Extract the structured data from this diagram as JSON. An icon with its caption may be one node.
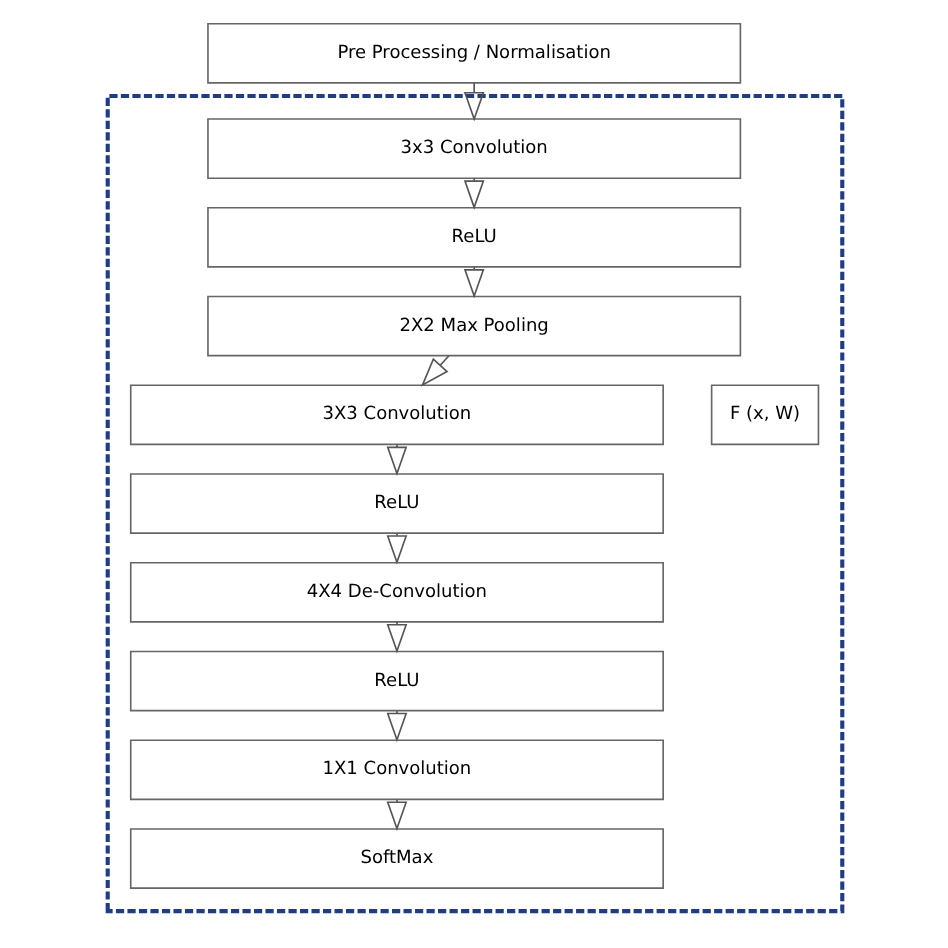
{
  "diagram": {
    "nodes": [
      {
        "text": [
          "Pre Processing / Normalisation"
        ]
      },
      {
        "text": [],
        "shape": "box"
      },
      {
        "text": [
          "3x3 Convolution"
        ],
        "in": 1
      },
      {
        "text": [
          "ReLU"
        ],
        "in": 1
      },
      {
        "text": [
          "2X2 Max Pooling"
        ],
        "in": 1
      },
      {
        "text": [
          "3X3 Convolution"
        ],
        "in": 1
      },
      {
        "text": [
          "ReLU"
        ],
        "in": 1
      },
      {
        "text": [
          "4X4 De-Convolution"
        ],
        "in": 1
      },
      {
        "text": [
          "ReLU"
        ],
        "in": 1
      },
      {
        "text": [
          "1X1 Convolution"
        ],
        "in": 1
      },
      {
        "text": [
          "SoftMax"
        ],
        "in": 1
      },
      {
        "text": [
          "F (x, W)"
        ],
        "in": 1
      }
    ],
    "edges": [
      {
        "from": 0,
        "to": 2,
        "arrow": "to"
      },
      {
        "from": 2,
        "to": 3,
        "arrow": "to"
      },
      {
        "from": 3,
        "to": 4,
        "arrow": "to"
      },
      {
        "from": 4,
        "to": 5,
        "arrow": "to"
      },
      {
        "from": 5,
        "to": 6,
        "arrow": "to"
      },
      {
        "from": 6,
        "to": 7,
        "arrow": "to"
      },
      {
        "from": 7,
        "to": 8,
        "arrow": "to"
      },
      {
        "from": 8,
        "to": 9,
        "arrow": "to"
      },
      {
        "from": 9,
        "to": 10,
        "arrow": "to"
      }
    ]
  }
}
